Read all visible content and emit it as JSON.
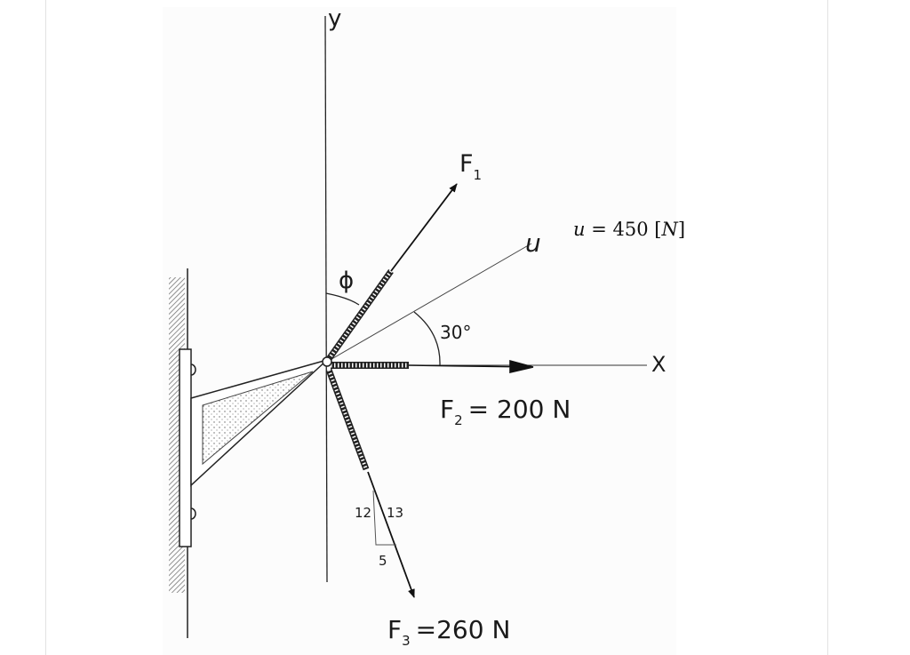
{
  "diagram": {
    "axis_labels": {
      "y": "y",
      "x": "X",
      "u": "u"
    },
    "angle_labels": {
      "phi": "ϕ",
      "u_angle": "30°"
    },
    "slope": {
      "rise": "12",
      "hyp": "13",
      "run": "5"
    },
    "forces": {
      "f1": {
        "letter": "F",
        "sub": "1"
      },
      "f2": {
        "letter": "F",
        "sub": "2",
        "rest": "= 200 N"
      },
      "f3": {
        "letter": "F",
        "sub": "3",
        "rest": "=260 N"
      }
    },
    "condition": {
      "var": "u",
      "rest": " = 450 [",
      "unit": "N",
      "close": "]"
    }
  }
}
